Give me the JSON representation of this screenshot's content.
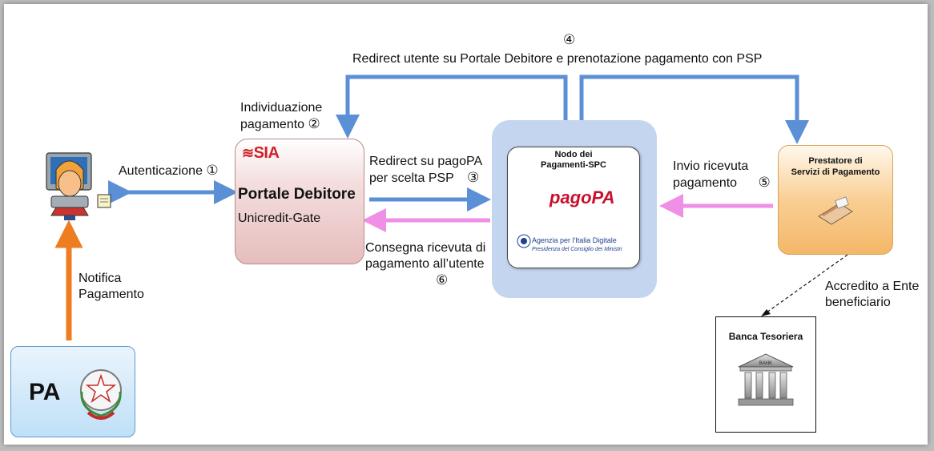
{
  "labels": {
    "autenticazione": "Autenticazione",
    "num1": "①",
    "individuazione_line1": "Individuazione",
    "individuazione_line2": "pagamento",
    "num2": "②",
    "redirect_top": "Redirect utente su Portale Debitore e prenotazione pagamento con PSP",
    "num4": "④",
    "redirect_pagopa_line1": "Redirect su pagoPA",
    "redirect_pagopa_line2": "per scelta PSP",
    "num3": "③",
    "consegna_line1": "Consegna ricevuta di",
    "consegna_line2": "pagamento all’utente",
    "num6": "⑥",
    "invio_line1": "Invio ricevuta",
    "invio_line2": "pagamento",
    "num5": "⑤",
    "notifica_line1": "Notifica",
    "notifica_line2": "Pagamento",
    "accredito_line1": "Accredito a Ente",
    "accredito_line2": "beneficiario"
  },
  "portale": {
    "logo": "SIA",
    "title": "Portale Debitore",
    "subtitle": "Unicredit-Gate"
  },
  "nodo": {
    "title_line1": "Nodo dei",
    "title_line2": "Pagamenti-SPC",
    "logo": "pagoPA",
    "agency": "Agenzia per l'Italia Digitale",
    "agency_sub": "Presidenza del Consiglio dei Ministri"
  },
  "psp": {
    "title_line1": "Prestatore di",
    "title_line2": "Servizi di Pagamento"
  },
  "bank": {
    "title": "Banca Tesoriera",
    "sign": "BANK"
  },
  "pa": {
    "text": "PA"
  },
  "colors": {
    "blue_arrow": "#5b8fd6",
    "pink_arrow": "#ef8fe6",
    "orange_arrow": "#ee7d22"
  }
}
